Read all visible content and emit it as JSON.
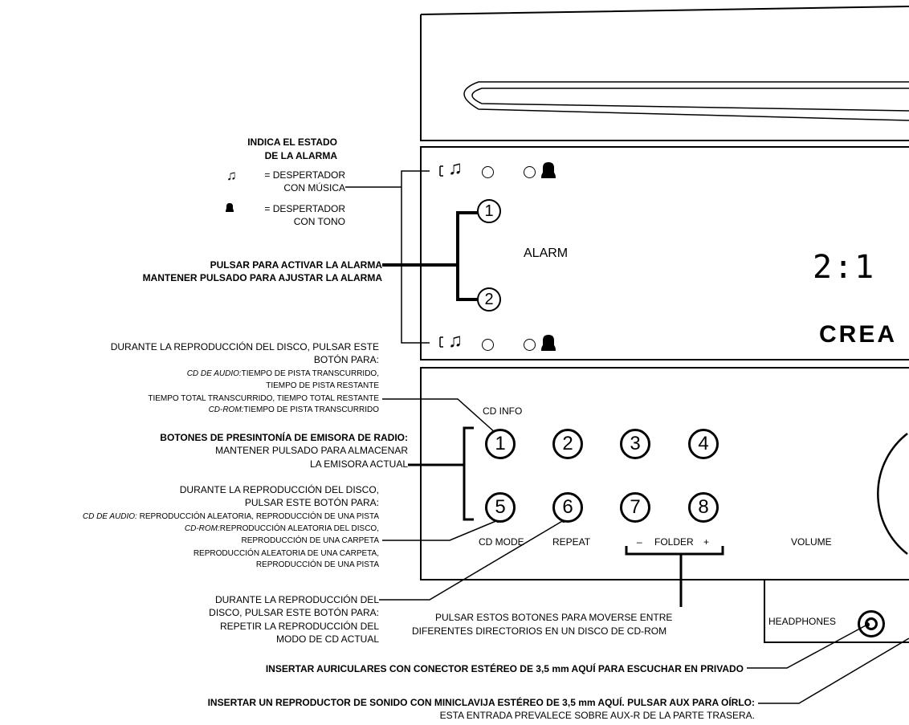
{
  "alarm_status": {
    "title_1": "INDICA EL ESTADO",
    "title_2": "DE LA ALARMA",
    "music_eq": "= DESPERTADOR",
    "music_eq_2": "CON MÚSICA",
    "tone_eq": "= DESPERTADOR",
    "tone_eq_2": "CON TONO"
  },
  "alarm_buttons": {
    "line_1": "PULSAR PARA ACTIVAR LA ALARMA",
    "line_2": "MANTENER PULSADO PARA AJUSTAR LA ALARMA"
  },
  "cd_info": {
    "line_1": "DURANTE LA REPRODUCCIÓN DEL DISCO, PULSAR ESTE",
    "line_2": "BOTÓN PARA:",
    "line_3_label": "CD DE AUDIO:",
    "line_3_text": "TIEMPO DE PISTA TRANSCURRIDO,",
    "line_4": "TIEMPO DE PISTA RESTANTE",
    "line_5": "TIEMPO TOTAL TRANSCURRIDO, TIEMPO TOTAL RESTANTE",
    "line_6_label": "CD-ROM:",
    "line_6_text": "TIEMPO DE PISTA TRANSCURRIDO"
  },
  "presets": {
    "line_1": "BOTONES DE PRESINTONÍA DE EMISORA DE RADIO:",
    "line_2": "MANTENER PULSADO PARA ALMACENAR",
    "line_3": "LA EMISORA ACTUAL"
  },
  "cd_mode": {
    "line_1": "DURANTE LA REPRODUCCIÓN DEL DISCO,",
    "line_2": "PULSAR ESTE BOTÓN PARA:",
    "line_3_label": "CD DE AUDIO:",
    "line_3_text": "REPRODUCCIÓN ALEATORIA, REPRODUCCIÓN DE UNA PISTA",
    "line_4_label": "CD-ROM:",
    "line_4_text": "REPRODUCCIÓN ALEATORIA DEL DISCO,",
    "line_5": "REPRODUCCIÓN DE UNA CARPETA",
    "line_6": "REPRODUCCIÓN ALEATORIA DE UNA CARPETA,",
    "line_7": "REPRODUCCIÓN DE UNA PISTA"
  },
  "repeat": {
    "line_1": "DURANTE LA REPRODUCCIÓN DEL",
    "line_2": "DISCO, PULSAR ESTE BOTÓN PARA:",
    "line_3": "REPETIR LA REPRODUCCIÓN DEL",
    "line_4": "MODO DE CD ACTUAL"
  },
  "folder_note": {
    "line_1": "PULSAR ESTOS BOTONES PARA MOVERSE ENTRE",
    "line_2": "DIFERENTES DIRECTORIOS EN UN DISCO DE CD-ROM"
  },
  "headphones_note": "INSERTAR AURICULARES CON CONECTOR ESTÉREO DE 3,5 mm AQUÍ PARA ESCUCHAR EN PRIVADO",
  "aux_note": {
    "line_1": "INSERTAR UN REPRODUCTOR DE SONIDO CON MINICLAVIJA ESTÉREO DE 3,5 mm AQUÍ. PULSAR AUX PARA OÍRLO:",
    "line_2": "ESTA ENTRADA PREVALECE SOBRE AUX-R DE LA PARTE TRASERA."
  },
  "panel": {
    "alarm_label": "ALARM",
    "alarm_btn_1": "1",
    "alarm_btn_2": "2",
    "display": "2:1",
    "logo": "CREA",
    "cd_info_label": "CD INFO",
    "buttons": [
      "1",
      "2",
      "3",
      "4",
      "5",
      "6",
      "7",
      "8"
    ],
    "cd_mode_label": "CD MODE",
    "repeat_label": "REPEAT",
    "folder_minus": "–",
    "folder_label": "FOLDER",
    "folder_plus": "+",
    "volume_label": "VOLUME",
    "headphones_label": "HEADPHONES"
  }
}
